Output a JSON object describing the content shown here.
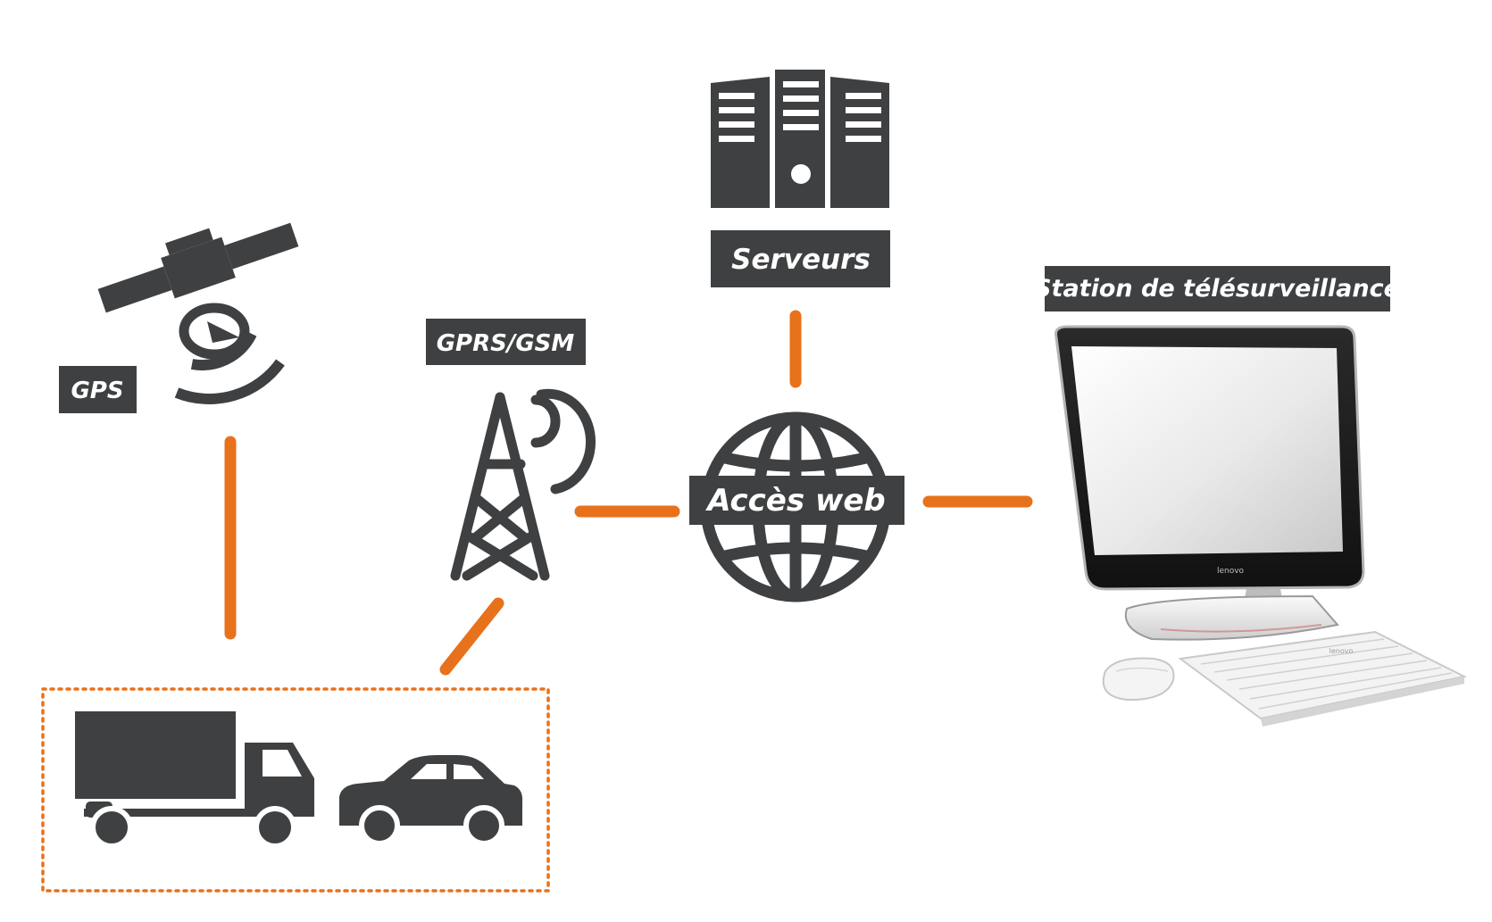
{
  "labels": {
    "gps": "GPS",
    "gprs_gsm": "GPRS/GSM",
    "servers": "Serveurs",
    "web_access": "Accès web",
    "monitoring_station": "Station de télésurveillance",
    "monitor_brand": "lenovo",
    "keyboard_brand": "lenovo"
  },
  "icons": {
    "satellite": "satellite-icon",
    "tower": "antenna-tower-icon",
    "servers": "server-rack-icon",
    "globe": "globe-icon",
    "truck": "truck-icon",
    "car": "car-icon",
    "computer": "all-in-one-computer-icon",
    "keyboard": "keyboard-icon",
    "mouse": "mouse-icon"
  },
  "colors": {
    "icon_dark": "#3f4042",
    "connector_orange": "#e8711b",
    "label_bg": "#3f4042",
    "label_text": "#ffffff"
  }
}
